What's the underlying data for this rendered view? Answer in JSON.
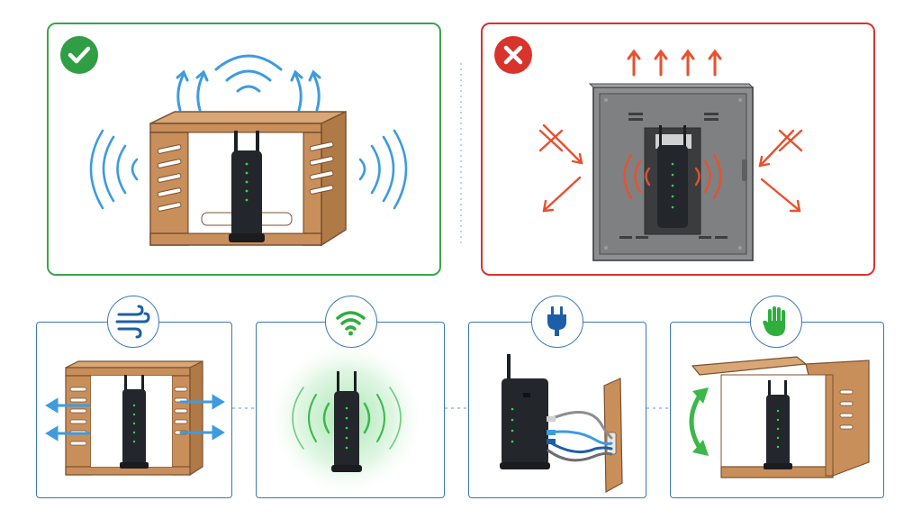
{
  "panels": {
    "good": {
      "status": "correct",
      "badge_icon": "checkmark-icon",
      "frame_color": "#3aa64a"
    },
    "bad": {
      "status": "incorrect",
      "badge_icon": "x-icon",
      "frame_color": "#d9342b"
    },
    "tips": [
      {
        "id": "ventilation",
        "icon": "wind-icon"
      },
      {
        "id": "signal",
        "icon": "wifi-icon"
      },
      {
        "id": "power",
        "icon": "plug-icon"
      },
      {
        "id": "access",
        "icon": "hand-icon"
      }
    ]
  },
  "colors": {
    "wood": "#c98f5a",
    "wood_dark": "#9c6a3c",
    "metal": "#8d8e90",
    "signal_blue": "#3d9be0",
    "heat_red": "#e8502e",
    "signal_green": "#3cb84a",
    "tip_frame": "#3a78b8"
  }
}
